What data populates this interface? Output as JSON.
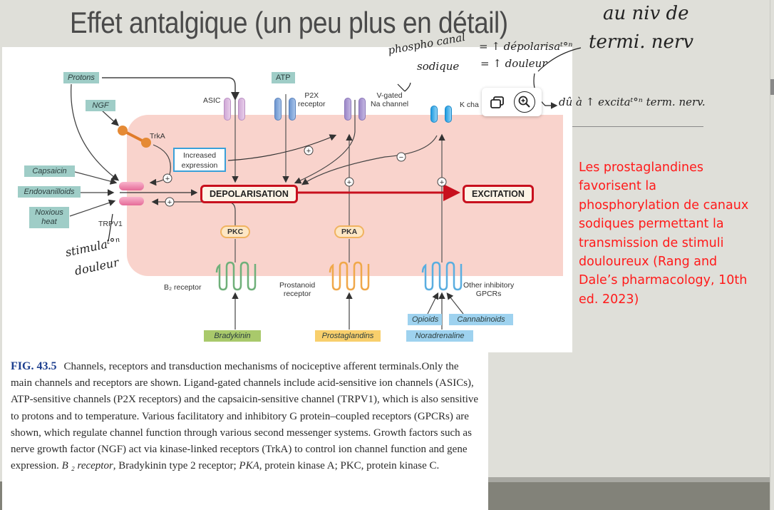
{
  "slide": {
    "title": "Effet antalgique (un peu plus en détail)",
    "handwritten_notes": {
      "title_note_line1": "au niv de",
      "title_note_line2": "termi. nerv",
      "phospho_line1": "phospho canal",
      "phospho_line2": "sodique",
      "depol": "= ↑ dépolarisaᵗ°ⁿ",
      "douleur": "= ↑ douleur",
      "excitation": "dû à ↑ excitaᵗ°ⁿ term. nerv.",
      "stimula_line1": "stimulaᵗ°ⁿ",
      "stimula_line2": "douleur"
    },
    "red_note_lines": [
      "Les prostaglandines",
      "favorisent la",
      "phosphorylation de canaux",
      "sodiques permettant la",
      "transmission de stimuli",
      "douloureux (Rang and",
      "Dale’s pharmacology, 10th",
      "ed. 2023)"
    ]
  },
  "figure": {
    "ligands": {
      "protons": "Protons",
      "ngf": "NGF",
      "atp": "ATP",
      "capsaicin": "Capsaicin",
      "endovanilloids": "Endovanilloids",
      "noxious_heat_line1": "Noxious",
      "noxious_heat_line2": "heat",
      "bradykinin": "Bradykinin",
      "prostaglandins": "Prostaglandins",
      "opioids": "Opioids",
      "cannabinoids": "Cannabinoids",
      "noradrenaline": "Noradrenaline"
    },
    "receptors": {
      "asic": "ASIC",
      "p2x_line1": "P2X",
      "p2x_line2": "receptor",
      "vgated_line1": "V-gated",
      "vgated_line2": "Na channel",
      "k_channel": "K cha",
      "trka": "TrkA",
      "trpv1": "TRPV1",
      "b2_receptor": "B₂ receptor",
      "prostanoid_line1": "Prostanoid",
      "prostanoid_line2": "receptor",
      "other_gpcr_line1": "Other inhibitory",
      "other_gpcr_line2": "GPCRs"
    },
    "increased_expression_line1": "Increased",
    "increased_expression_line2": "expression",
    "depolarisation": "DEPOLARISATION",
    "excitation": "EXCITATION",
    "pkc": "PKC",
    "pka": "PKA",
    "plus_sign": "+",
    "minus_sign": "−"
  },
  "caption": {
    "fig_number": "FIG. 43.5",
    "text": "Channels, receptors and transduction mechanisms of nociceptive afferent terminals.Only the main channels and receptors are shown. Ligand-gated channels include acid-sensitive ion channels (ASICs), ATP-sensitive channels (P2X receptors) and the capsaicin-sensitive channel (TRPV1), which is also sensitive to protons and to temperature. Various facilitatory and inhibitory G protein–coupled receptors (GPCRs) are shown, which regulate channel function through various second messenger systems. Growth factors such as nerve growth factor (NGF) act via kinase-linked receptors (TrkA) to control ion channel function and gene expression.",
    "b2_abbrev": "B ₂ receptor",
    "b2_def": ", Bradykinin type 2 receptor; ",
    "pka_abbrev": "PKA",
    "pka_def": ", protein kinase A; PKC, protein kinase C."
  },
  "image_toolbar": {
    "copy_icon": "copy-image-icon",
    "zoom_icon": "zoom-in-icon"
  },
  "colors": {
    "title": "#4a4a4a",
    "red_note": "#ff1a1a",
    "slide_bg": "#dfdfd9",
    "cell_bg": "#f9d3cc",
    "outcome_border": "#c8101e",
    "fig_number": "#1d3f8f"
  }
}
